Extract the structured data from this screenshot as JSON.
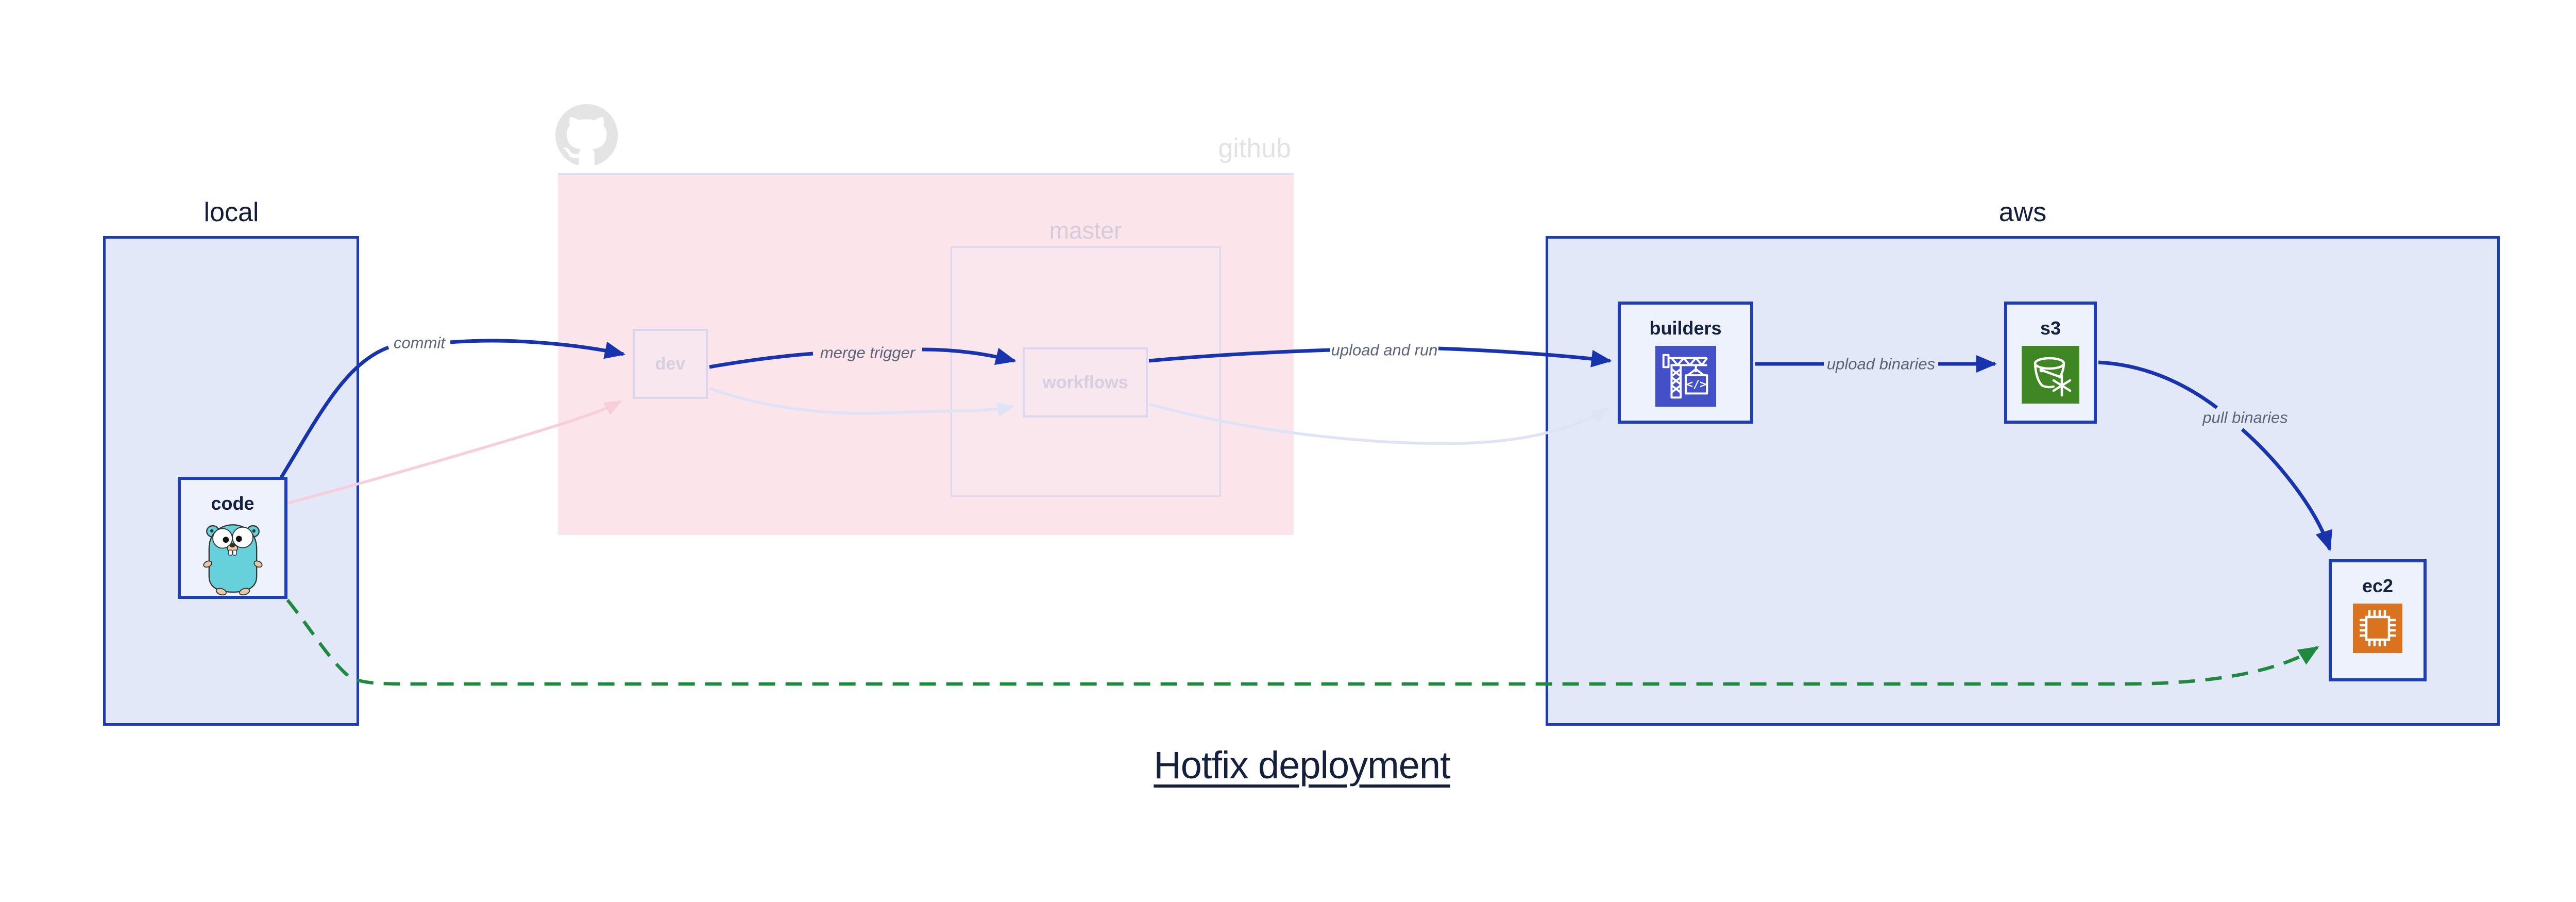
{
  "diagram": {
    "title": "Hotfix deployment",
    "groups": {
      "local": {
        "label": "local"
      },
      "github": {
        "label": "github",
        "branch_label": "master"
      },
      "aws": {
        "label": "aws"
      }
    },
    "nodes": {
      "code": {
        "label": "code",
        "icon": "go-gopher-icon"
      },
      "dev": {
        "label": "dev",
        "state": "faded"
      },
      "workflows": {
        "label": "workflows",
        "state": "faded"
      },
      "builders": {
        "label": "builders",
        "icon": "aws-codebuild-icon"
      },
      "s3": {
        "label": "s3",
        "icon": "aws-s3-glacier-icon"
      },
      "ec2": {
        "label": "ec2",
        "icon": "aws-ec2-icon"
      }
    },
    "edges": {
      "commit": {
        "label": "commit",
        "style": "solid-blue"
      },
      "merge_trigger": {
        "label": "merge trigger",
        "style": "solid-blue"
      },
      "upload_and_run": {
        "label": "upload and run",
        "style": "solid-blue"
      },
      "upload_binaries": {
        "label": "upload binaries",
        "style": "solid-blue"
      },
      "pull_binaries": {
        "label": "pull binaries",
        "style": "solid-blue"
      },
      "hotfix_bypass": {
        "label": "",
        "style": "dashed-green"
      },
      "faded_code_dev": {
        "label": "",
        "style": "faded-pink"
      },
      "faded_dev_workflows": {
        "label": "",
        "style": "faded-lavender"
      },
      "faded_workflows_builders": {
        "label": "",
        "style": "faded-lavender"
      }
    },
    "colors": {
      "arrow_blue": "#1733ad",
      "border_blue": "#1d3eb5",
      "dashed_green": "#1e8a3e",
      "faded_pink_arrow": "#f6cfda",
      "faded_lavender_arrow": "#dfe3f6",
      "local_aws_fill": "#e2e8f8",
      "node_fill": "#eef2fc",
      "github_fill": "#fbe4ea",
      "navy_text": "#14203c",
      "edge_label_gray": "#5b6375",
      "faded_label": "#d6cfe0",
      "octocat_gray": "#e4e4e4",
      "codebuild_indigo": "#4450c8",
      "glacier_green": "#3f8624",
      "ec2_orange": "#d9731f",
      "gopher_teal": "#66d1da"
    }
  }
}
